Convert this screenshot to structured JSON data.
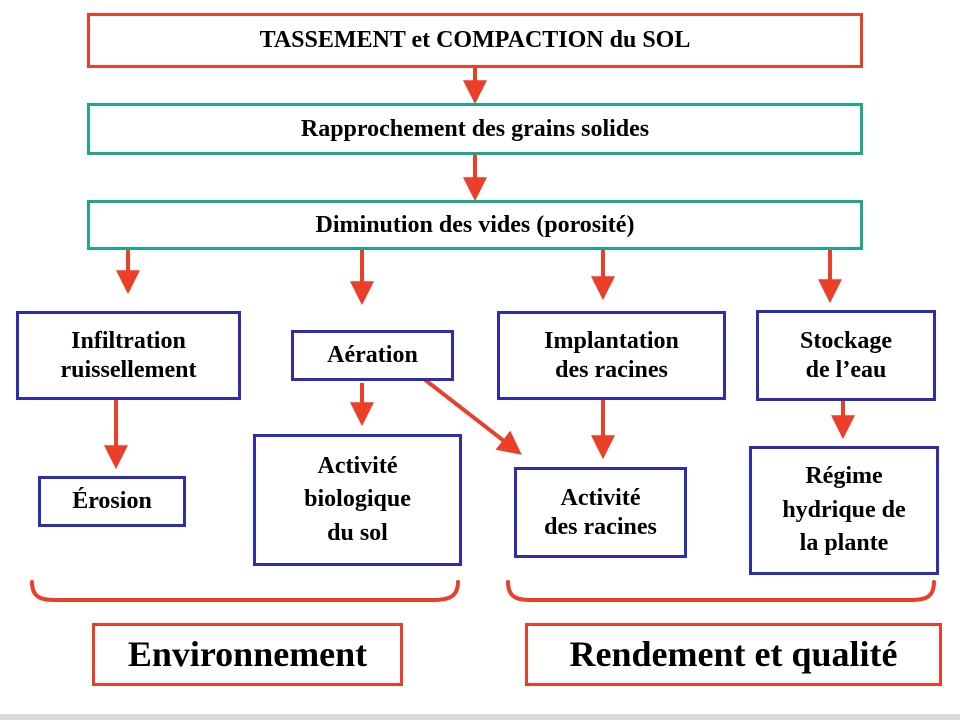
{
  "diagram": {
    "top": "TASSEMENT et COMPACTION du SOL",
    "level2": "Rapprochement des grains solides",
    "level3": "Diminution des vides (porosité)",
    "infiltration": {
      "line1": "Infiltration",
      "line2": "ruissellement"
    },
    "aeration": "Aération",
    "implantation": {
      "line1": "Implantation",
      "line2": "des racines"
    },
    "stockage": {
      "line1": "Stockage",
      "line2": "de l’eau"
    },
    "erosion": "Érosion",
    "activite_bio": {
      "line1": "Activité",
      "line2": "biologique",
      "line3": "du sol"
    },
    "activite_racines": {
      "line1": "Activité",
      "line2": "des racines"
    },
    "regime": {
      "line1": "Régime",
      "line2": "hydrique de",
      "line3": "la plante"
    },
    "environnement": "Environnement",
    "rendement": "Rendement et qualité"
  },
  "colors": {
    "arrow": "#ec3f2a",
    "box_red": "#ec3f2a",
    "box_teal": "#1ea98a",
    "box_blue": "#2d2db3"
  }
}
